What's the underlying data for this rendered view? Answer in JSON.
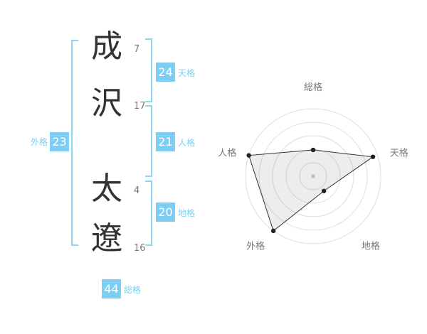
{
  "name_panel": {
    "characters": [
      {
        "char": "成",
        "strokes": "7"
      },
      {
        "char": "沢",
        "strokes": "17"
      },
      {
        "char": "太",
        "strokes": "4"
      },
      {
        "char": "遼",
        "strokes": "16"
      }
    ],
    "gaikaku": {
      "value": "23",
      "label": "外格"
    },
    "groups": [
      {
        "value": "24",
        "label": "天格"
      },
      {
        "value": "21",
        "label": "人格"
      },
      {
        "value": "20",
        "label": "地格"
      }
    ],
    "soukaku": {
      "value": "44",
      "label": "総格"
    }
  },
  "chart_data": {
    "type": "radar",
    "axes": [
      "総格",
      "天格",
      "地格",
      "外格",
      "人格"
    ],
    "values_normalized": [
      0.39,
      0.93,
      0.27,
      1.0,
      1.0
    ],
    "kaku_values": [
      44,
      24,
      20,
      23,
      21
    ],
    "rings": 5,
    "ring_color": "#dddddd",
    "fill": "rgba(130,130,130,0.14)",
    "stroke": "#333333",
    "point_color": "#222222",
    "center_dot_color": "#c2c2c2",
    "label_color": "#777777",
    "legend": "none",
    "grid": "circular"
  },
  "colors": {
    "accent": "#7ecef4",
    "bracket": "#8fd4f2",
    "box_text": "#ffffff",
    "stroke_count_text": "#777777",
    "char_text": "#333333"
  }
}
